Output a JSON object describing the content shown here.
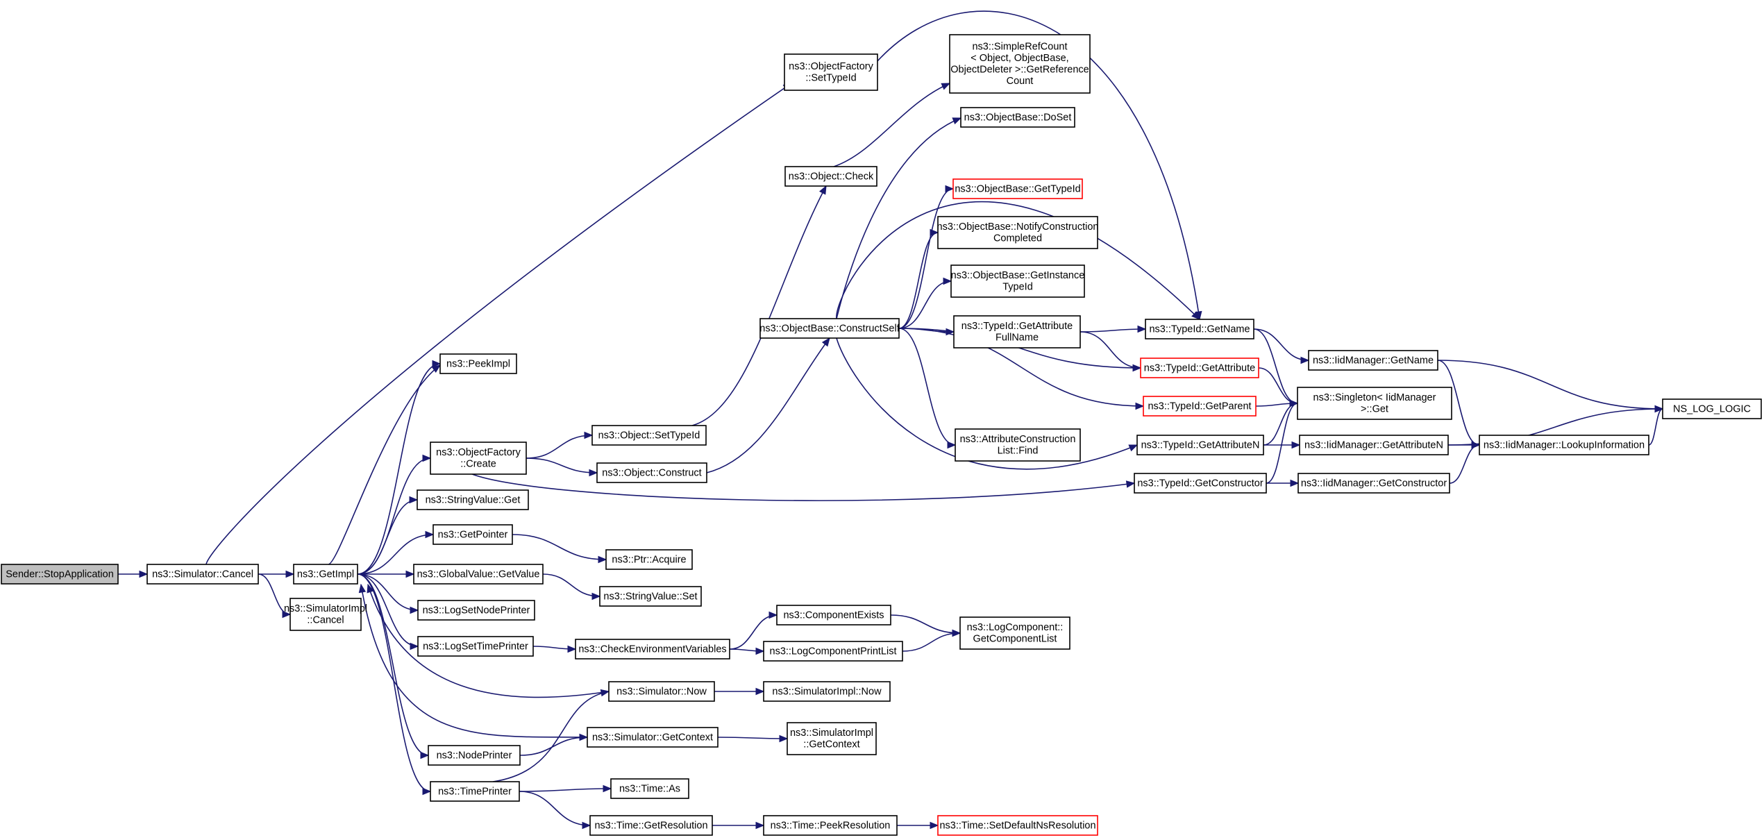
{
  "colors": {
    "edge": "#191970",
    "highlight_fill": "#bfbfbf",
    "missing_border": "#ff0000"
  },
  "nodes": [
    {
      "id": "stopapp",
      "lines": [
        "Sender::StopApplication"
      ]
    },
    {
      "id": "cancel",
      "lines": [
        "ns3::Simulator::Cancel"
      ]
    },
    {
      "id": "getimpl",
      "lines": [
        "ns3::GetImpl"
      ]
    },
    {
      "id": "simimplcancel",
      "lines": [
        "ns3::SimulatorImpl",
        "::Cancel"
      ]
    },
    {
      "id": "peekimpl",
      "lines": [
        "ns3::PeekImpl"
      ]
    },
    {
      "id": "ofcreate",
      "lines": [
        "ns3::ObjectFactory",
        "::Create"
      ]
    },
    {
      "id": "strget",
      "lines": [
        "ns3::StringValue::Get"
      ]
    },
    {
      "id": "getpointer",
      "lines": [
        "ns3::GetPointer"
      ]
    },
    {
      "id": "gvgetvalue",
      "lines": [
        "ns3::GlobalValue::GetValue"
      ]
    },
    {
      "id": "lognode",
      "lines": [
        "ns3::LogSetNodePrinter"
      ]
    },
    {
      "id": "logtime",
      "lines": [
        "ns3::LogSetTimePrinter"
      ]
    },
    {
      "id": "nodeprinter",
      "lines": [
        "ns3::NodePrinter"
      ]
    },
    {
      "id": "timeprinter",
      "lines": [
        "ns3::TimePrinter"
      ]
    },
    {
      "id": "ofsettypeid",
      "lines": [
        "ns3::ObjectFactory",
        "::SetTypeId"
      ]
    },
    {
      "id": "objsettypeid",
      "lines": [
        "ns3::Object::SetTypeId"
      ]
    },
    {
      "id": "objconstruct",
      "lines": [
        "ns3::Object::Construct"
      ]
    },
    {
      "id": "ptracquire",
      "lines": [
        "ns3::Ptr::Acquire"
      ]
    },
    {
      "id": "strset",
      "lines": [
        "ns3::StringValue::Set"
      ]
    },
    {
      "id": "checkenv",
      "lines": [
        "ns3::CheckEnvironmentVariables"
      ]
    },
    {
      "id": "simnow",
      "lines": [
        "ns3::Simulator::Now"
      ]
    },
    {
      "id": "simgetctx",
      "lines": [
        "ns3::Simulator::GetContext"
      ]
    },
    {
      "id": "timeas",
      "lines": [
        "ns3::Time::As"
      ]
    },
    {
      "id": "timegetres",
      "lines": [
        "ns3::Time::GetResolution"
      ]
    },
    {
      "id": "objcheck",
      "lines": [
        "ns3::Object::Check"
      ]
    },
    {
      "id": "construct",
      "lines": [
        "ns3::ObjectBase::ConstructSelf"
      ]
    },
    {
      "id": "compexists",
      "lines": [
        "ns3::ComponentExists"
      ]
    },
    {
      "id": "logcompprint",
      "lines": [
        "ns3::LogComponentPrintList"
      ]
    },
    {
      "id": "simimplnow",
      "lines": [
        "ns3::SimulatorImpl::Now"
      ]
    },
    {
      "id": "simimplctx",
      "lines": [
        "ns3::SimulatorImpl",
        "::GetContext"
      ]
    },
    {
      "id": "timepeekres",
      "lines": [
        "ns3::Time::PeekResolution"
      ]
    },
    {
      "id": "simplerefcount",
      "lines": [
        "ns3::SimpleRefCount",
        "< Object, ObjectBase,",
        "ObjectDeleter >::GetReference",
        "Count"
      ]
    },
    {
      "id": "dosetobj",
      "lines": [
        "ns3::ObjectBase::DoSet"
      ]
    },
    {
      "id": "obgettypeid",
      "lines": [
        "ns3::ObjectBase::GetTypeId"
      ]
    },
    {
      "id": "notify",
      "lines": [
        "ns3::ObjectBase::NotifyConstruction",
        "Completed"
      ]
    },
    {
      "id": "getinstance",
      "lines": [
        "ns3::ObjectBase::GetInstance",
        "TypeId"
      ]
    },
    {
      "id": "getattrfull",
      "lines": [
        "ns3::TypeId::GetAttribute",
        "FullName"
      ]
    },
    {
      "id": "attrfind",
      "lines": [
        "ns3::AttributeConstruction",
        "List::Find"
      ]
    },
    {
      "id": "logcomplist",
      "lines": [
        "ns3::LogComponent::",
        "GetComponentList"
      ]
    },
    {
      "id": "setdefres",
      "lines": [
        "ns3::Time::SetDefaultNsResolution"
      ]
    },
    {
      "id": "tidgetname",
      "lines": [
        "ns3::TypeId::GetName"
      ]
    },
    {
      "id": "tidgetattr",
      "lines": [
        "ns3::TypeId::GetAttribute"
      ]
    },
    {
      "id": "tidgetparent",
      "lines": [
        "ns3::TypeId::GetParent"
      ]
    },
    {
      "id": "tidgetattrn",
      "lines": [
        "ns3::TypeId::GetAttributeN"
      ]
    },
    {
      "id": "tidgetctor",
      "lines": [
        "ns3::TypeId::GetConstructor"
      ]
    },
    {
      "id": "iidgetname",
      "lines": [
        "ns3::IidManager::GetName"
      ]
    },
    {
      "id": "singleton",
      "lines": [
        "ns3::Singleton< IidManager",
        ">::Get"
      ]
    },
    {
      "id": "iidgetattrn",
      "lines": [
        "ns3::IidManager::GetAttributeN"
      ]
    },
    {
      "id": "iidgetctor",
      "lines": [
        "ns3::IidManager::GetConstructor"
      ]
    },
    {
      "id": "lookup",
      "lines": [
        "ns3::IidManager::LookupInformation"
      ]
    },
    {
      "id": "nslog",
      "lines": [
        "NS_LOG_LOGIC"
      ]
    }
  ]
}
